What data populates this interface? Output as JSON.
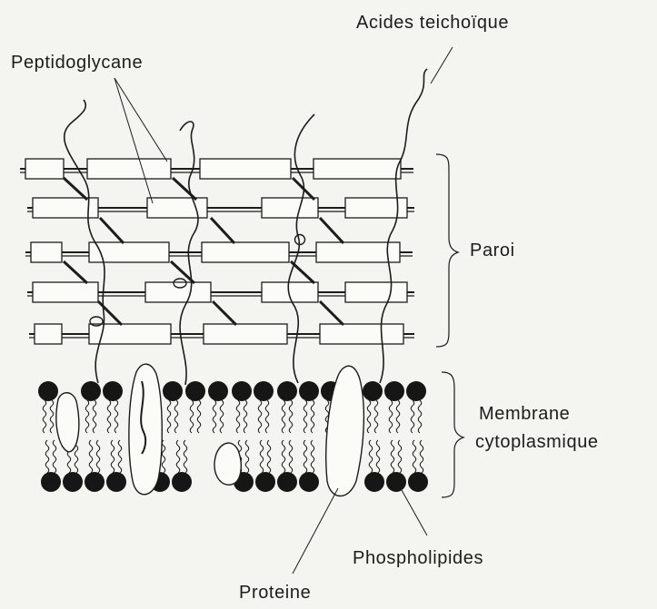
{
  "labels": {
    "acides_teichoique": "Acides teichoïque",
    "peptidoglycane": "Peptidoglycane",
    "paroi": "Paroi",
    "membrane_line1": "Membrane",
    "membrane_line2": "cytoplasmique",
    "phospholipides": "Phospholipides",
    "proteine": "Proteine"
  },
  "colors": {
    "background": "#f4f5f1",
    "ink": "#1c1c1c",
    "box_fill": "#fbfbf8",
    "head_fill": "#161616",
    "protein_fill": "#fbfbf8"
  }
}
